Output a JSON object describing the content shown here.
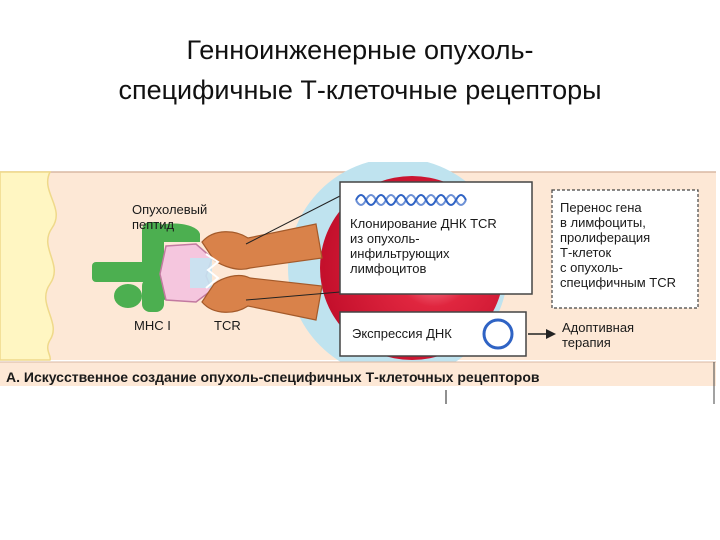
{
  "slide": {
    "title_line1": "Генноинженерные опухоль-",
    "title_line2": "специфичные Т-клеточные рецепторы"
  },
  "figure": {
    "labels": {
      "tumor_peptide": "Опухолевый\nпептид",
      "mhc": "MHC I",
      "tcr": "TCR",
      "cloning": "Клонирование ДНК TCR\nиз опухоль-\nинфильтрующих\nлимфоцитов",
      "expression": "Экспрессия ДНК",
      "transfer": "Перенос гена\nв лимфоциты,\nпролиферация\nТ-клеток\nс опухоль-\nспецифичным TCR",
      "adoptive": "Адоптивная\nтерапия"
    },
    "caption": "А. Искусственное создание опухоль-специфичных Т-клеточных рецепторов",
    "colors": {
      "band": "#fde8d6",
      "tumor_cell": "#fff6c2",
      "mhc": "#4caf50",
      "peptide": "#f5c6de",
      "tcr": "#d9824a",
      "tcell_halo": "#bfe3ef",
      "tcell_core": "#e0263f",
      "dna": "#2f63c4",
      "box_border": "#444444"
    },
    "icons": [
      "dna-helix-icon",
      "plasmid-ring-icon",
      "arrow-right-icon"
    ]
  }
}
